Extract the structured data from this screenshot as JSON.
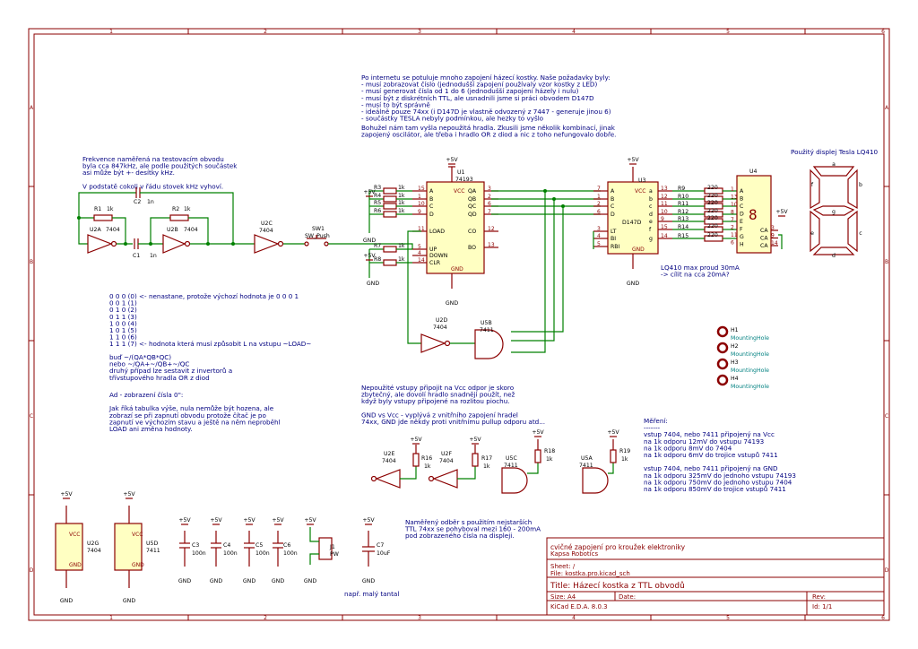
{
  "frame": {
    "cols": [
      "1",
      "2",
      "3",
      "4",
      "5",
      "6"
    ],
    "rows": [
      "A",
      "B",
      "C",
      "D"
    ]
  },
  "notes": {
    "intro": [
      "Po internetu se potuluje mnoho zapojení házecí kostky. Naše požadavky byly:",
      "- musí zobrazovat číslo (jednodušší zapojení používaly vzor kostky z LED)",
      "- musí generovat čísla od 1 do 6 (jednodušší zapojení házely i nulu)",
      "- musí být z diskrétních TTL, ale usnadnili jsme si práci obvodem D147D",
      "- musí to být správně",
      "- ideálně pouze 74xx (i D147D je vlastně odvozený z 7447 - generuje jinou 6)",
      "- součástky TESLA nebyly podmínkou, ale hezky to vyšlo"
    ],
    "intro2": [
      "Bohužel nám tam vyšla nepoužitá hradla. Zkusili jsme několik kombinací, jinak",
      "zapojený oscilátor, ale třeba i hradlo OR z diod a nic z toho nefungovalo dobře."
    ],
    "freq": [
      "Frekvence naměřená na testovacím obvodu",
      "byla cca 847kHz, ale podle použitých součástek",
      "asi může být +- desítky kHz.",
      "",
      "V podstatě cokoli v řádu stovek kHz vyhoví."
    ],
    "table": [
      "0 0 0 (0) <- nenastane, protože výchozí hodnota je 0 0 0 1",
      "0 0 1 (1)",
      "0 1 0 (2)",
      "0 1 1 (3)",
      "1 0 0 (4)",
      "1 0 1 (5)",
      "1 1 0 (6)",
      "1 1 1 (7) <- hodnota která musí způsobit L na vstupu ~LOAD~"
    ],
    "logic": [
      "buď ~/(QA*QB*QC)",
      "nebo ~/QA+~/QB+~/QC",
      "druhý případ lze sestavit z invertorů a",
      "třívstupového hradla OR z diod"
    ],
    "zero": [
      "Ad - zobrazení čísla 0\":",
      "",
      "Jak říká tabulka výše, nula nemůže být hozena, ale",
      "zobrazí se při zapnutí obvodu protože čítač je po",
      "zapnutí ve výchozím stavu a ještě na něm neproběhl",
      "LOAD ani změna hodnoty."
    ],
    "unused": [
      "Nepoužité vstupy připojit na Vcc odpor je skoro",
      "zbytečný, ale dovolí hradlo snadněji použít, než",
      "když byly vstupy připojené na rozlitou piochu.",
      "",
      "GND vs Vcc - vyplývá z vnitřního zapojení hradel",
      "74xx, GND jde někdy proti vnitřnímu pullup odporu atd..."
    ],
    "measure": [
      "Měření:",
      "-------",
      "vstup 7404, nebo 7411 připojený na Vcc",
      "na 1k odporu 12mV do vstupu 74193",
      "na 1k odporu 8mV do 7404",
      "na 1k odporu 6mV do trojice vstupů 7411",
      "",
      "vstup 7404, nebo 7411 připojený na GND",
      "na 1k odporu 325mV do jednoho vstupu 74193",
      "na 1k odporu 750mV do jednoho vstupu 7404",
      "na 1k odporu 850mV do trojice vstupů 7411"
    ],
    "current": [
      "Naměřený odběr s použitím nejstarších",
      "TTL 74xx se pohyboval mezi 160 - 200mA",
      "pod zobrazeného čísla na displeji."
    ],
    "lq410": [
      "LQ410 max proud 30mA",
      "-> cílit na cca 20mA?"
    ],
    "display_title": "Použitý displej Tesla LQ410",
    "tantal": "např. malý tantal"
  },
  "components": {
    "u1": {
      "ref": "U1",
      "val": "74193"
    },
    "u3": {
      "ref": "U3",
      "val": "D147D"
    },
    "u4": {
      "ref": "U4"
    },
    "u2a": {
      "ref": "U2A",
      "val": "7404"
    },
    "u2b": {
      "ref": "U2B",
      "val": "7404"
    },
    "u2c": {
      "ref": "U2C",
      "val": "7404"
    },
    "u2d": {
      "ref": "U2D",
      "val": "7404"
    },
    "u2e": {
      "ref": "U2E",
      "val": "7404"
    },
    "u2f": {
      "ref": "U2F",
      "val": "7404"
    },
    "u5a": {
      "ref": "U5A",
      "val": "7411"
    },
    "u5b": {
      "ref": "U5B",
      "val": "7411"
    },
    "u5c": {
      "ref": "U5C",
      "val": "7411"
    },
    "u2g": {
      "ref": "U2G",
      "val": "7404"
    },
    "u5d": {
      "ref": "U5D",
      "val": "7411"
    },
    "r1": {
      "ref": "R1",
      "val": "1k"
    },
    "r2": {
      "ref": "R2",
      "val": "1k"
    },
    "c1": {
      "ref": "C1",
      "val": "1n"
    },
    "c2": {
      "ref": "C2",
      "val": "1n"
    },
    "sw1": {
      "ref": "SW1",
      "val": "SW_Push"
    },
    "j1": {
      "ref": "J1",
      "val": "PW"
    },
    "c3": {
      "ref": "C3",
      "val": "100n"
    },
    "c4": {
      "ref": "C4",
      "val": "100n"
    },
    "c5": {
      "ref": "C5",
      "val": "100n"
    },
    "c6": {
      "ref": "C6",
      "val": "100n"
    },
    "c7": {
      "ref": "C7",
      "val": "10uF"
    },
    "r16": {
      "ref": "R16",
      "val": "1k"
    },
    "r17": {
      "ref": "R17",
      "val": "1k"
    },
    "r18": {
      "ref": "R18",
      "val": "1k"
    },
    "r19": {
      "ref": "R19",
      "val": "1k"
    }
  },
  "rres": [
    "R3",
    "R4",
    "R5",
    "R6",
    "R7",
    "R8"
  ],
  "rvals": "1k",
  "segres": [
    "R9",
    "R10",
    "R11",
    "R12",
    "R13",
    "R14",
    "R15"
  ],
  "segval": "220",
  "holes": [
    "H1",
    "H2",
    "H3",
    "H4"
  ],
  "holeval": "MountingHole",
  "u1pins": {
    "left": [
      [
        "15",
        "A"
      ],
      [
        "1",
        "B"
      ],
      [
        "10",
        "C"
      ],
      [
        "9",
        "D"
      ],
      [
        "11",
        "LOAD"
      ],
      [
        "5",
        "UP"
      ],
      [
        "4",
        "DOWN"
      ],
      [
        "14",
        "CLR"
      ]
    ],
    "right": [
      [
        "3",
        "QA"
      ],
      [
        "2",
        "QB"
      ],
      [
        "6",
        "QC"
      ],
      [
        "7",
        "QD"
      ],
      [
        "12",
        "CO"
      ],
      [
        "13",
        "BO"
      ]
    ]
  },
  "u3pins": {
    "left": [
      [
        "7",
        "A"
      ],
      [
        "1",
        "B"
      ],
      [
        "2",
        "C"
      ],
      [
        "6",
        "D"
      ],
      [
        "3",
        "LT"
      ],
      [
        "4",
        "BI"
      ],
      [
        "5",
        "RBI"
      ]
    ],
    "right": [
      [
        "13",
        "a"
      ],
      [
        "12",
        "b"
      ],
      [
        "11",
        "c"
      ],
      [
        "10",
        "d"
      ],
      [
        "9",
        "e"
      ],
      [
        "15",
        "f"
      ],
      [
        "14",
        "g"
      ]
    ]
  },
  "u4pins": [
    "A",
    "B",
    "C",
    "D",
    "E",
    "F",
    "G",
    "H"
  ],
  "u4right": [
    "CA",
    "CA",
    "CA"
  ],
  "segs": [
    "a",
    "b",
    "c",
    "d",
    "e",
    "f",
    "g"
  ],
  "power": {
    "vcc": "+5V",
    "gnd": "GND",
    "vcc_pin": "VCC"
  },
  "title_block": {
    "project": "cvičné zapojení pro kroužek elektroniky",
    "company": "Kapsa Robotics",
    "sheet": "Sheet: /",
    "file": "File: kostka.pro.kicad_sch",
    "title": "Title: Házecí kostka z TTL obvodů",
    "size": "Size: A4",
    "date": "Date:",
    "rev": "Rev:",
    "kicad": "KiCad E.D.A. 8.0.3",
    "id": "Id: 1/1"
  }
}
